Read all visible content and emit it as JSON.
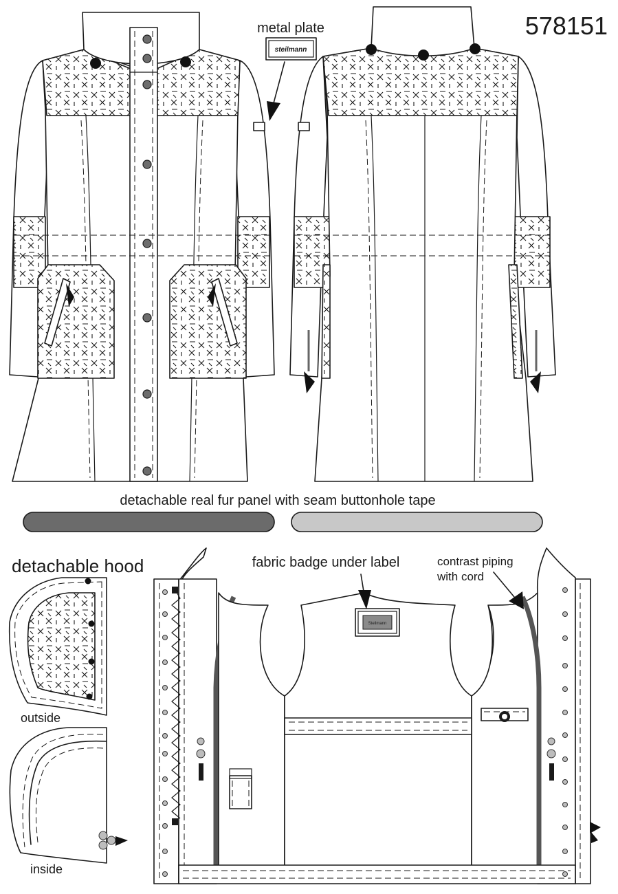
{
  "article_number": "578151",
  "labels": {
    "metal_plate": "metal plate",
    "plate_brand": "steilmann",
    "fur_panel": "detachable real fur panel with seam buttonhole tape",
    "detachable_hood": "detachable hood",
    "hood_outside": "outside",
    "hood_inside": "inside",
    "fabric_badge": "fabric badge under label",
    "badge_brand": "Steilmann",
    "contrast_piping_line1": "contrast piping",
    "contrast_piping_line2": "with cord"
  },
  "colors": {
    "outline": "#1a1a1a",
    "fur_panel_dark": "#6b6b6b",
    "fur_panel_light": "#c8c8c8",
    "piping": "#555555",
    "badge_fill": "#8a8a8a"
  }
}
